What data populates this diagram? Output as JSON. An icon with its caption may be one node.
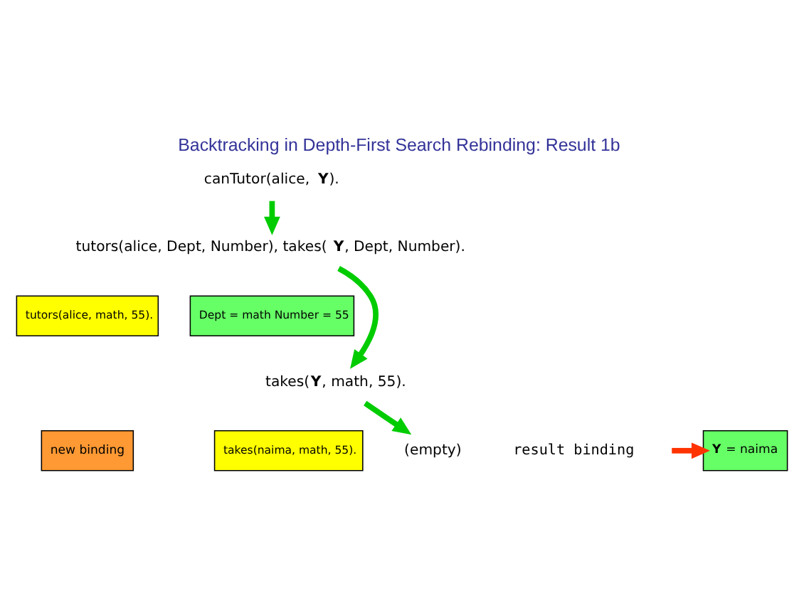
{
  "diagram": {
    "title": "Backtracking in Depth-First Search Rebinding: Result 1b",
    "nodes": [
      {
        "text": [
          "canTutor(alice, **Y**)."
        ]
      },
      {
        "text": [
          "tutors(alice, Dept, Number), takes(**Y**, Dept, Number)."
        ]
      },
      {
        "text": [
          "tutors(alice, math, 55)."
        ]
      },
      {
        "text": [
          "Dept = math Number = 55"
        ]
      },
      {
        "text": [
          "takes(**Y**, math, 55)."
        ]
      },
      {
        "text": [
          "new binding"
        ]
      },
      {
        "text": [
          "takes(naima, math, 55)."
        ]
      },
      {
        "text": [
          "(empty)"
        ]
      },
      {
        "text": [
          "**Y** = naima"
        ]
      },
      {
        "text": [
          "result binding"
        ]
      }
    ],
    "edges": [
      {
        "from": 0,
        "to": 1,
        "arrow": "to"
      },
      {
        "from": 1,
        "to": 4,
        "arrow": "to"
      },
      {
        "from": 4,
        "to": 7,
        "arrow": "to"
      },
      {
        "from": null,
        "to": 8,
        "arrow": "to",
        "color": "#ff3300"
      }
    ]
  }
}
